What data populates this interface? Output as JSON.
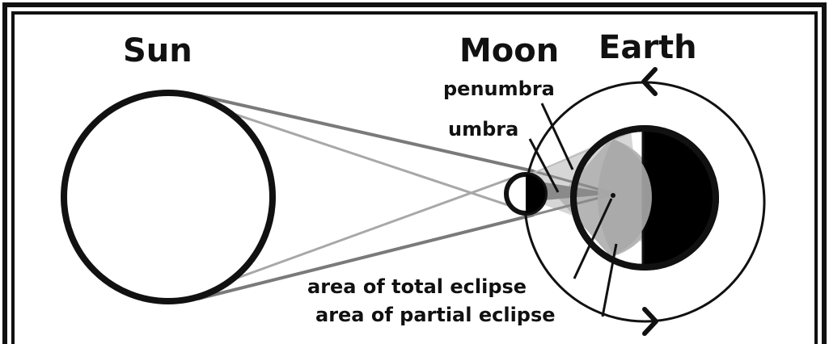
{
  "labels": {
    "sun": "Sun",
    "moon": "Moon",
    "earth": "Earth",
    "penumbra": "penumbra",
    "umbra": "umbra",
    "total_eclipse": "area of total eclipse",
    "partial_eclipse": "area of partial eclipse"
  },
  "colors": {
    "frame": "#111111",
    "background": "#ffffff",
    "ray_dark": "#7a7a7a",
    "ray_light": "#b0b0b0",
    "umbra_fill": "#8c8c8c",
    "penumbra_fill": "#c8c8c8",
    "night_side": "#000000"
  }
}
